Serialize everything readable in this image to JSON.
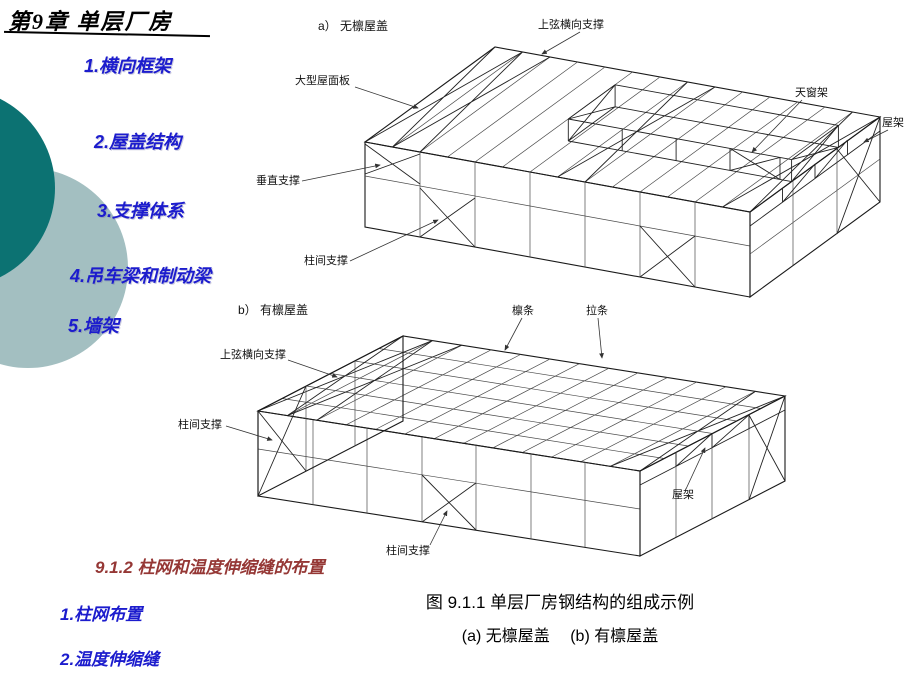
{
  "title": "第9章  单层厂房",
  "menu": [
    "1.横向框架",
    "2.屋盖结构",
    "3.支撑体系",
    "4.吊车梁和制动梁",
    "5.墙架"
  ],
  "section": {
    "heading": "9.1.2  柱网和温度伸缩缝的布置",
    "items": [
      "1.柱网布置",
      "2.温度伸缩缝"
    ]
  },
  "figure": {
    "caption1": "图 9.1.1   单层厂房钢结构的组成示例",
    "caption2": "(a) 无檩屋盖　 (b) 有檩屋盖",
    "a": {
      "title": "a）  无檩屋盖",
      "top_chord_bracing": "上弦横向支撑",
      "roof_panel": "大型屋面板",
      "skylight_truss": "天窗架",
      "roof_truss": "屋架",
      "vertical_bracing": "垂直支撑",
      "column_bracing": "柱间支撑"
    },
    "b": {
      "title": "b）  有檩屋盖",
      "purlin": "檩条",
      "tie_rod": "拉条",
      "top_chord_bracing": "上弦横向支撑",
      "column_bracing_left": "柱间支撑",
      "roof_truss": "屋架",
      "column_bracing_mid": "柱间支撑"
    }
  },
  "colors": {
    "menu_text": "#1c1ccd",
    "section_heading": "#953735",
    "circle_dark": "#0c7272",
    "circle_light": "#a3bfc1"
  }
}
